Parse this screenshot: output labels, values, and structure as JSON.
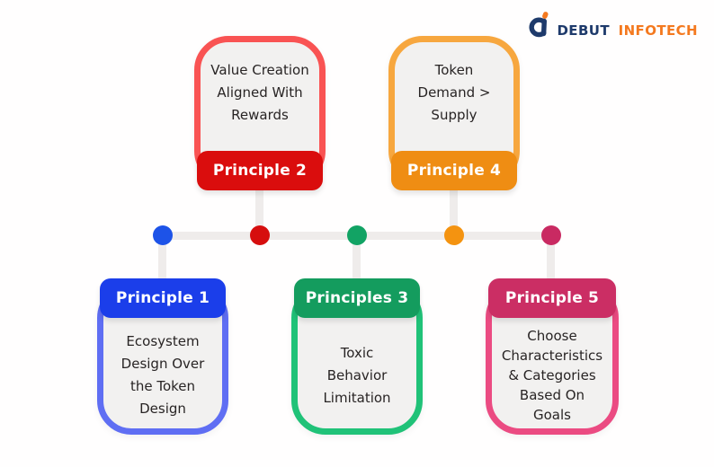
{
  "page": {
    "background": "#fffefe",
    "card_bg": "#f2f1f0",
    "line_color": "#efeceb",
    "text_color": "#282424"
  },
  "logo": {
    "brand_first": "DEBUT",
    "brand_second": "INFOTECH",
    "first_color": "#1e3a6b",
    "second_color": "#f4791f"
  },
  "principles": [
    {
      "label": "Principle 1",
      "lines": [
        "Ecosystem",
        "Design Over",
        "the Token",
        "Design"
      ],
      "position": "bottom",
      "border_color": "#5f6ef3",
      "label_color": "#1b3eea",
      "dot_color": "#1d53e8"
    },
    {
      "label": "Principle 2",
      "lines": [
        "Value Creation",
        "Aligned With",
        "Rewards"
      ],
      "position": "top",
      "border_color": "#f95353",
      "label_color": "#da0d0d",
      "dot_color": "#d60e0e"
    },
    {
      "label": "Principles 3",
      "lines": [
        "Toxic",
        "Behavior",
        "Limitation"
      ],
      "position": "bottom",
      "border_color": "#20c278",
      "label_color": "#149c5e",
      "dot_color": "#12a364"
    },
    {
      "label": "Principle 4",
      "lines": [
        "Token",
        "Demand >",
        "Supply"
      ],
      "position": "top",
      "border_color": "#f7a73f",
      "label_color": "#ef8d13",
      "dot_color": "#f49310"
    },
    {
      "label": "Principle 5",
      "lines": [
        "Choose",
        "Characteristics",
        "& Categories",
        "Based On",
        "Goals"
      ],
      "position": "bottom",
      "border_color": "#eb4b82",
      "label_color": "#cb2e64",
      "dot_color": "#c92a62"
    }
  ]
}
